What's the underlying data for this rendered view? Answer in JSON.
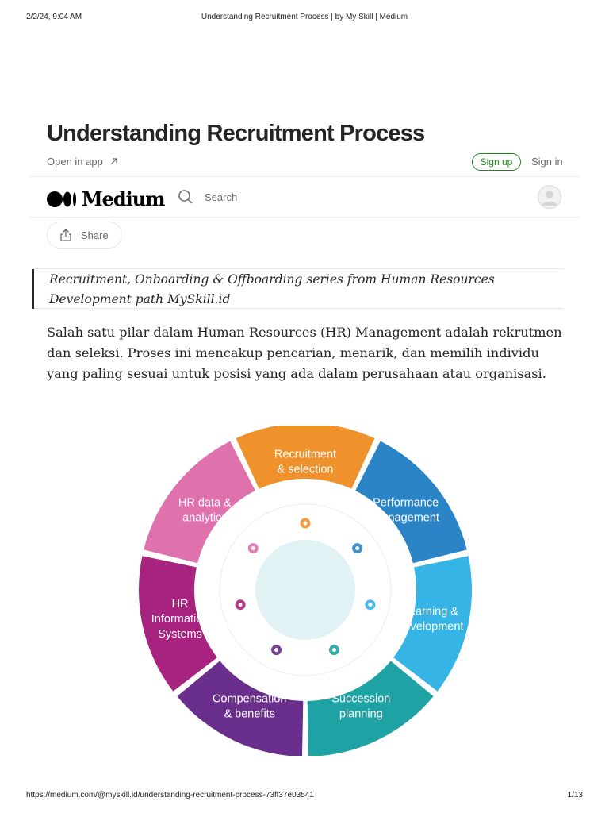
{
  "print_header": {
    "date": "2/2/24, 9:04 AM",
    "title": "Understanding Recruitment Process | by My Skill | Medium"
  },
  "article": {
    "title": "Understanding Recruitment Process",
    "open_in_app": "Open in app",
    "sign_up": "Sign up",
    "sign_in": "Sign in",
    "share": "Share",
    "quote": "Recruitment, Onboarding & Offboarding series from Human Resources Development path MySkill.id",
    "paragraph": "Salah satu pilar dalam Human Resources (HR) Management adalah rekrutmen dan seleksi. Proses ini mencakup pencarian, menarik, dan memilih individu yang paling sesuai untuk posisi yang ada dalam perusahaan atau organisasi."
  },
  "navbar": {
    "logo_text": "Medium",
    "search_placeholder": "Search"
  },
  "diagram": {
    "segments": [
      {
        "label_lines": [
          "Recruitment",
          "& selection"
        ],
        "color": "#f0922b",
        "icon": "recruit-icon"
      },
      {
        "label_lines": [
          "Performance",
          "management"
        ],
        "color": "#2a84c6",
        "icon": "gauge-icon"
      },
      {
        "label_lines": [
          "Learning &",
          "development"
        ],
        "color": "#36b4e5",
        "icon": "graduation-cap-icon"
      },
      {
        "label_lines": [
          "Succession",
          "planning"
        ],
        "color": "#1ea2a3",
        "icon": "chess-knight-icon"
      },
      {
        "label_lines": [
          "Compensation",
          "& benefits"
        ],
        "color": "#6a2e8c",
        "icon": "money-hand-icon"
      },
      {
        "label_lines": [
          "HR",
          "Information",
          "Systems"
        ],
        "color": "#a8237f",
        "icon": "network-gear-icon"
      },
      {
        "label_lines": [
          "HR data &",
          "analytics"
        ],
        "color": "#df71ad",
        "icon": "bar-chart-icon"
      }
    ]
  },
  "print_footer": {
    "url": "https://medium.com/@myskill.id/understanding-recruitment-process-73ff37e03541",
    "page": "1/13"
  }
}
